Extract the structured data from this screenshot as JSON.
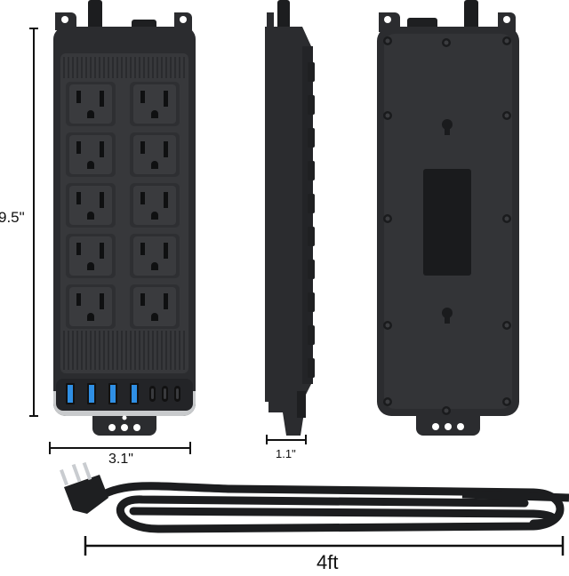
{
  "dimensions": {
    "height": "9.5\"",
    "width": "3.1\"",
    "depth": "1.1\"",
    "cord": "4ft"
  },
  "product": {
    "outlet_count": 10,
    "usb_a_count": 4,
    "usb_c_count": 3
  },
  "colors": {
    "body": "#2b2c2f",
    "panel": "#37383b",
    "outlet": "#3a3b3e",
    "usb_port": "#2f8fe4",
    "cord": "#1c1d1f"
  }
}
